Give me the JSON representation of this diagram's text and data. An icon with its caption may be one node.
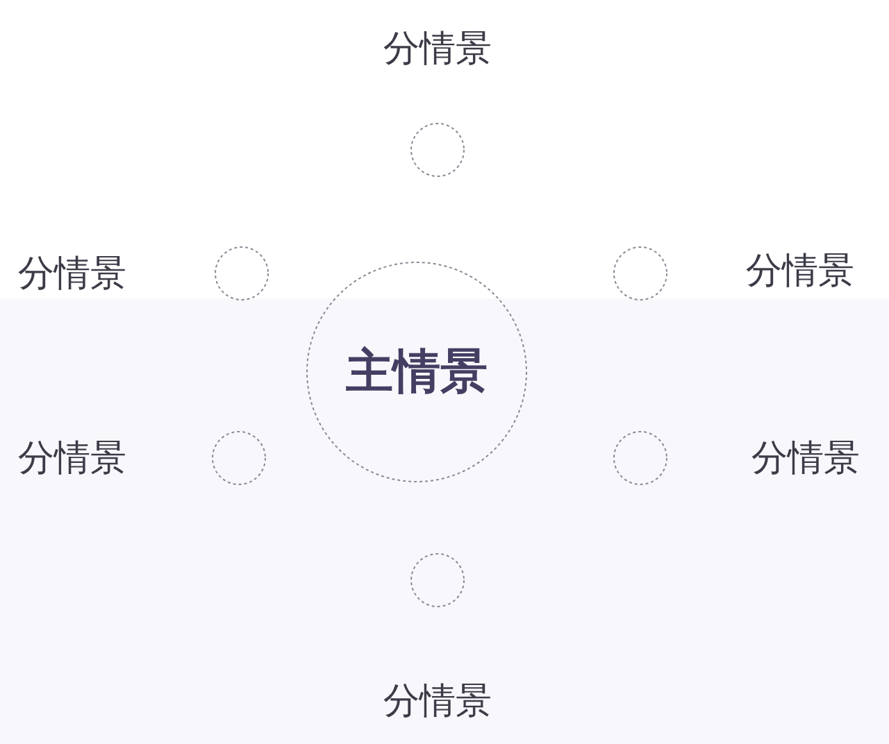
{
  "diagram": {
    "nodes": [
      {
        "text": [
          "主情景"
        ]
      },
      {
        "text": [],
        "shape": "circle",
        "beside": [
          "分情景"
        ]
      },
      {
        "text": [],
        "shape": "circle",
        "beside": [
          "分情景"
        ]
      },
      {
        "text": [],
        "shape": "circle",
        "beside": [
          "分情景"
        ]
      },
      {
        "text": [],
        "shape": "circle",
        "beside": [
          "分情景"
        ]
      },
      {
        "text": [],
        "shape": "circle",
        "beside": [
          "分情景"
        ]
      },
      {
        "text": [],
        "shape": "circle",
        "beside": [
          "分情景"
        ]
      }
    ]
  }
}
